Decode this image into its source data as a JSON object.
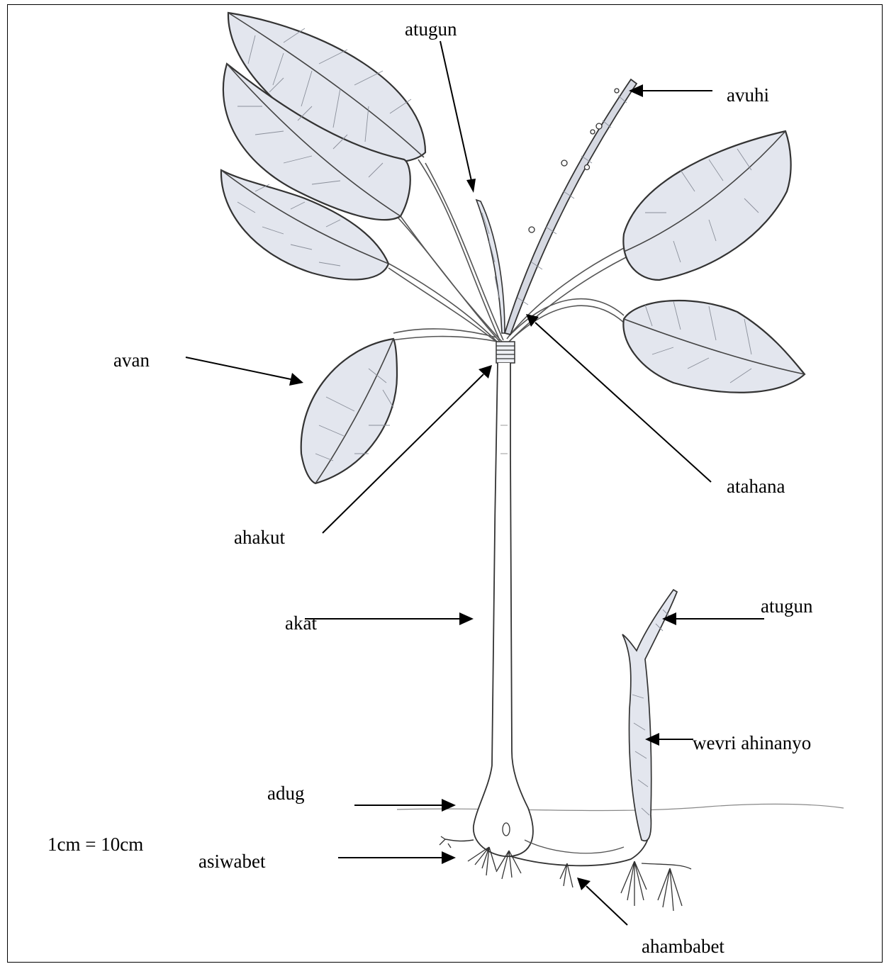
{
  "labels": {
    "atugun_top": "atugun",
    "avuhi": "avuhi",
    "avan": "avan",
    "atahana": "atahana",
    "ahakut": "ahakut",
    "akat": "akat",
    "atugun_right": "atugun",
    "wevri_ahinanyo": "wevri ahinanyo",
    "adug": "adug",
    "scale": "1cm = 10cm",
    "asiwabet": "asiwabet",
    "ahambabet": "ahambabet"
  },
  "colors": {
    "leaf_fill": "#e3e6ee",
    "outline": "#333333",
    "arrow": "#000000"
  }
}
